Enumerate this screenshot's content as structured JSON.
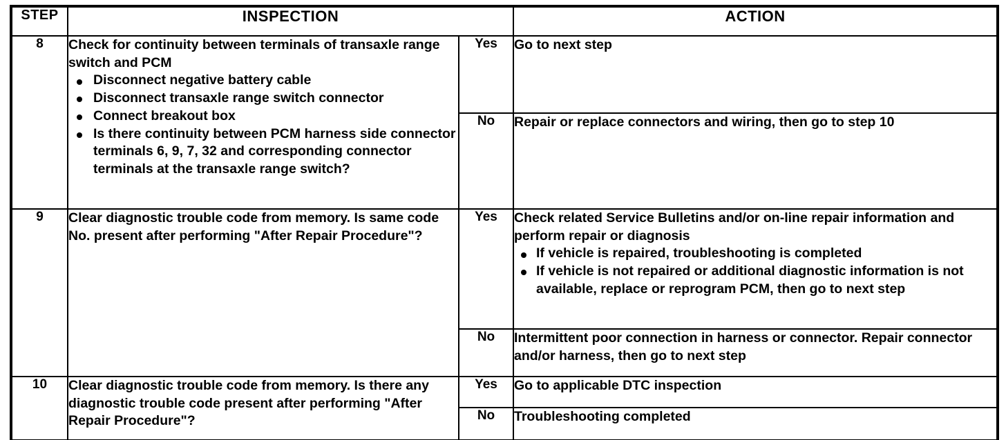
{
  "document": {
    "type": "automotive-service-manual-diagnostic-table",
    "ink_color": "#000000",
    "page_color": "#ffffff"
  },
  "table": {
    "headers": {
      "step": "STEP",
      "inspection": "INSPECTION",
      "action": "ACTION"
    },
    "answer_labels": {
      "yes": "Yes",
      "no": "No"
    },
    "rows": [
      {
        "step": "8",
        "inspection": {
          "lead": "Check for continuity between terminals of transaxle range switch and PCM",
          "bullets": [
            "Disconnect negative battery cable",
            "Disconnect transaxle range switch connector",
            "Connect breakout box",
            "Is there continuity between PCM harness side connector terminals 6, 9, 7, 32 and corresponding connector terminals at the transaxle range switch?"
          ]
        },
        "actions": [
          {
            "answer": "Yes",
            "lead": "Go to next step",
            "bullets": []
          },
          {
            "answer": "No",
            "lead": "Repair or replace connectors and wiring, then go to step 10",
            "bullets": []
          }
        ]
      },
      {
        "step": "9",
        "inspection": {
          "lead": "Clear diagnostic trouble code from memory. Is same code No. present after performing \"After Repair Procedure\"?",
          "bullets": []
        },
        "actions": [
          {
            "answer": "Yes",
            "lead": "Check related Service Bulletins and/or on-line repair information and perform repair or diagnosis",
            "bullets": [
              "If vehicle is repaired, troubleshooting is completed",
              "If vehicle is not repaired or additional diagnostic information is not available, replace or reprogram PCM, then go to next step"
            ]
          },
          {
            "answer": "No",
            "lead": "Intermittent poor connection in harness or connector. Repair connector and/or harness, then go to next step",
            "bullets": []
          }
        ]
      },
      {
        "step": "10",
        "inspection": {
          "lead": "Clear diagnostic trouble code from memory. Is there any diagnostic trouble code present after performing \"After Repair Procedure\"?",
          "bullets": []
        },
        "actions": [
          {
            "answer": "Yes",
            "lead": "Go to applicable DTC inspection",
            "bullets": []
          },
          {
            "answer": "No",
            "lead": "Troubleshooting completed",
            "bullets": []
          }
        ]
      }
    ]
  }
}
